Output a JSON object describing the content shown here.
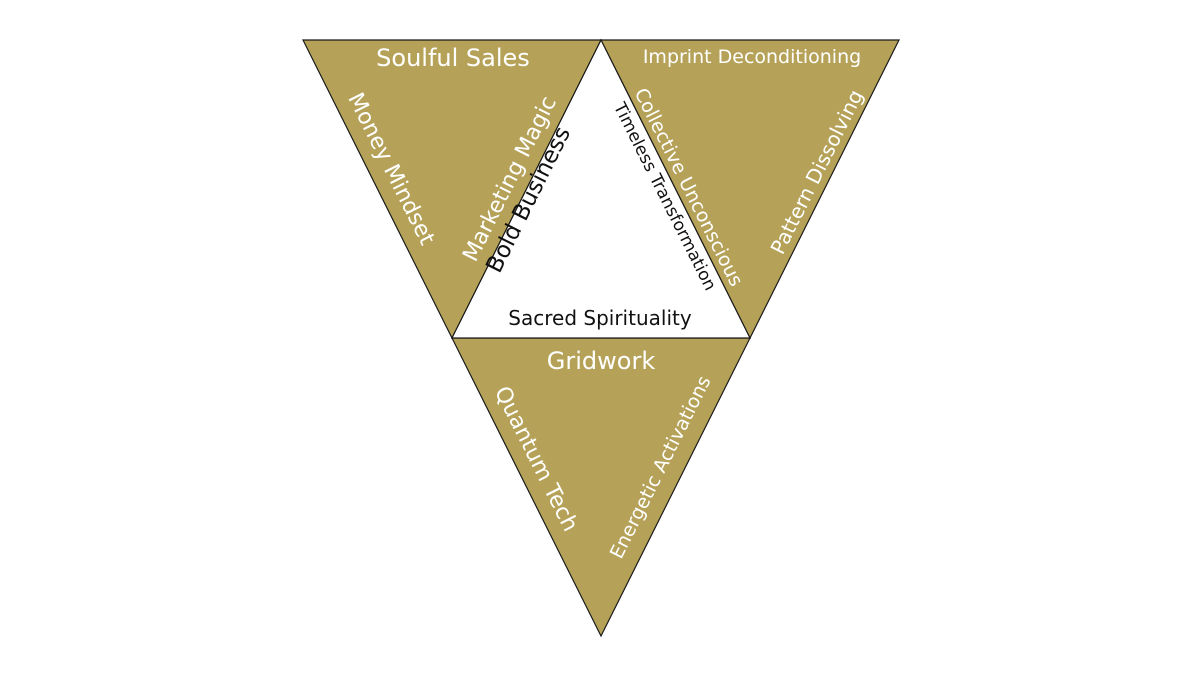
{
  "colors": {
    "gold": "#b5a258",
    "center": "#ffffff",
    "text_light": "#ffffff",
    "text_dark": "#111111"
  },
  "triangles": {
    "left": {
      "top": "Soulful Sales",
      "outer_side": "Money Mindset",
      "inner_side": "Marketing Magic"
    },
    "right": {
      "top": "Imprint Deconditioning",
      "inner_side": "Collective Unconscious",
      "outer_side": "Pattern Dissolving"
    },
    "bottom": {
      "top": "Gridwork",
      "left_side": "Quantum Tech",
      "right_side": "Energetic Activations"
    },
    "center": {
      "left_side": "Bold Business",
      "right_side": "Timeless Transformation",
      "bottom": "Sacred Spirituality"
    }
  }
}
